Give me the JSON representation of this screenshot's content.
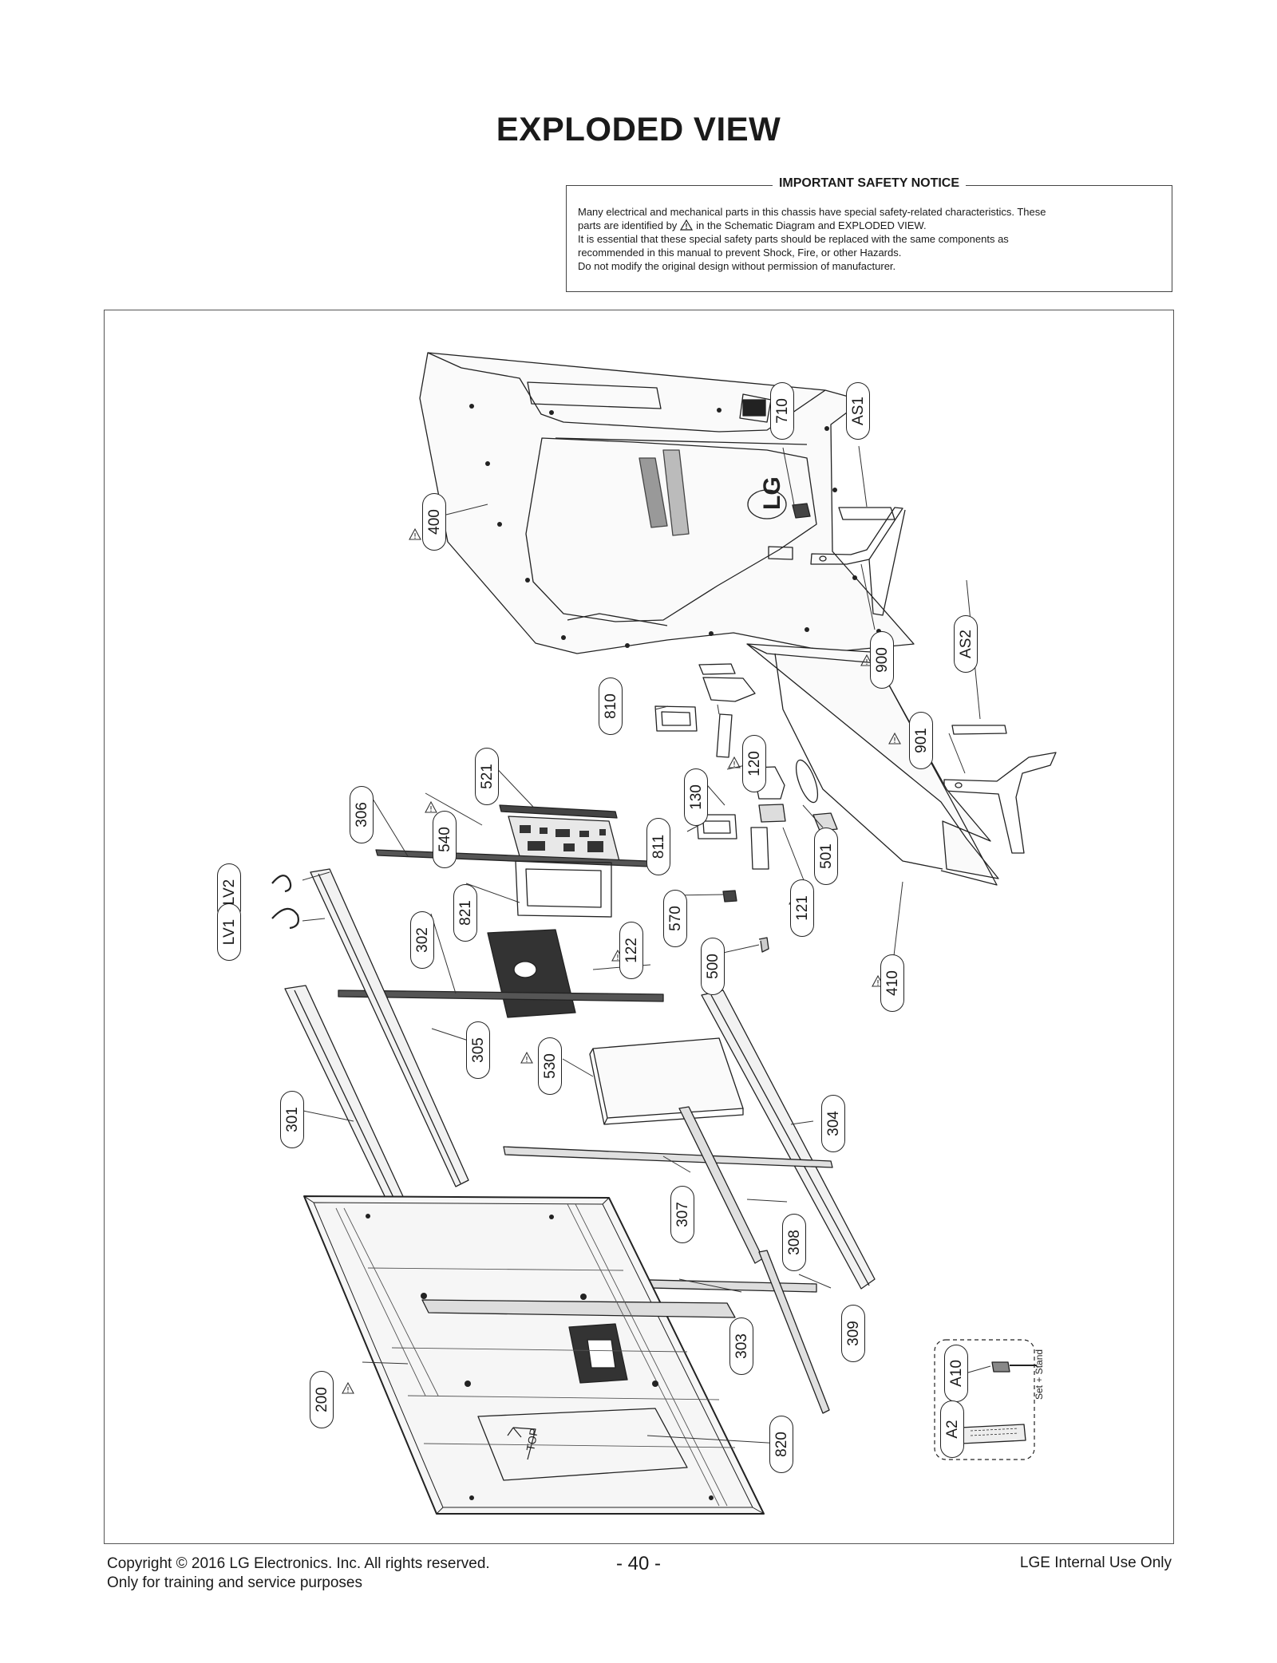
{
  "page": {
    "title": "EXPLODED VIEW",
    "page_number": "- 40 -"
  },
  "notice": {
    "title": "IMPORTANT SAFETY NOTICE",
    "line1": "Many electrical and mechanical parts in this chassis have special safety-related characteristics. These",
    "line2_pre": "parts are identified by",
    "line2_post": "in the Schematic Diagram and EXPLODED VIEW.",
    "line3": "It is essential that these special safety parts should be replaced with the same components as",
    "line4": "recommended in this manual to prevent Shock, Fire, or other Hazards.",
    "line5": "Do not modify the original design without permission of manufacturer.",
    "warning_icon": "warning-triangle-icon"
  },
  "diagram": {
    "logo_text": "LG",
    "panel_marking": "TOP",
    "kit_caption": "Set + Stand",
    "labels": {
      "l400": "400",
      "l710": "710",
      "lAS1": "AS1",
      "l900": "900",
      "lAS2": "AS2",
      "l901": "901",
      "l810": "810",
      "l120": "120",
      "l130": "130",
      "l521": "521",
      "l306": "306",
      "l540": "540",
      "l811": "811",
      "l501": "501",
      "l121": "121",
      "lLV2": "LV2",
      "lLV1": "LV1",
      "l821": "821",
      "l302": "302",
      "l570": "570",
      "l122": "122",
      "l500": "500",
      "l410": "410",
      "l305": "305",
      "l530": "530",
      "l301": "301",
      "l304": "304",
      "l307": "307",
      "l308": "308",
      "l303": "303",
      "l309": "309",
      "l200": "200",
      "l820": "820",
      "lA10": "A10",
      "lA2": "A2"
    }
  },
  "footer": {
    "copyright": "Copyright  © 2016 LG Electronics. Inc. All rights reserved.",
    "purpose": "Only for training and service purposes",
    "internal": "LGE Internal Use Only"
  }
}
